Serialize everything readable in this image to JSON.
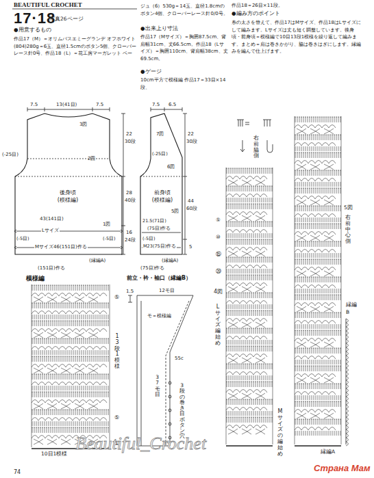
{
  "diagram": {
    "title": "BEAUTIFUL CROCHET",
    "nodes": [
      {
        "text": [
          "後身頃",
          "(模様編)"
        ]
      },
      {
        "text": [
          "前身頃",
          "(模様編)"
        ]
      }
    ],
    "labels": [
      "17·18",
      "写真26ページ",
      "●用意するもの",
      "作品17（M）＝オリムパスエミーグランデ オフホワイト(804)280g＝6玉、直径1.5cmのボタン5個、クローバーレース針0号、作品18（L）＝花工房マーガレット ベー",
      "ジュ（6）530g＝14玉、直径1.8cmのボタン4個、クローバーレース針0/0号。",
      "●出来上り寸法",
      "作品17（Mサイズ）＝胸囲87.5cm、背肩幅31cm、丈66.5cm。作品18（Lサイズ）＝胸囲110cm、背肩幅38cm、丈69.5cm。",
      "●ゲージ",
      "10cm平方で模様編 作品17＝33目×14段、",
      "作品18＝26目×11段。",
      "●編み方のポイント",
      "糸の太さを替えて、作品17はMサイズ、作品18はLサイズにして編みます。Lサイズは丈も短く調整しています。後身頃・前身頃＝模様編で10目13段1模様を繰り返して編みます。まとめ＝肩は巻きかがり、脇は巻きはぎにします。縁編みを編んで仕上げます。",
      "7.5",
      "13(41目)",
      "7.5",
      "3図",
      "(-25目)",
      "2図",
      "43(141目)",
      "1図",
      "Lサイズ",
      "(-5目)",
      "Mサイズ46(151目)作る",
      "(-5目)",
      "(縁編A)",
      "(151目)作る",
      "22",
      "30段",
      "28",
      "40段",
      "16",
      "24段",
      "7.5",
      "6.5",
      "7図",
      "6図",
      "(-25目)",
      "5図",
      "21.5(71目)",
      "(75目)作る",
      "(-5目)",
      "M23(75目)作る",
      "(縁編A)",
      "(75目)作る",
      "22",
      "30段",
      "44",
      "60段",
      "5",
      "模様編",
      "前立・衿・袖口（縁編B）",
      "⑤",
      "13段1模様",
      "⑤",
      "①",
      "10目1模様",
      "1.5",
      "12モ目",
      "モ＝模様編",
      "55c",
      "37モ目",
      "3段の巻き目ボタン穴",
      "右前脇側",
      "5図",
      "右前中心側",
      "⑤",
      "⑩",
      "⑮",
      "⑳",
      "4図",
      "Lサイズ編始め",
      "縁編B",
      "Mサイズの編始め",
      "縁編A",
      "74",
      "Beautiful_Crochet",
      "Страна Мам"
    ]
  }
}
